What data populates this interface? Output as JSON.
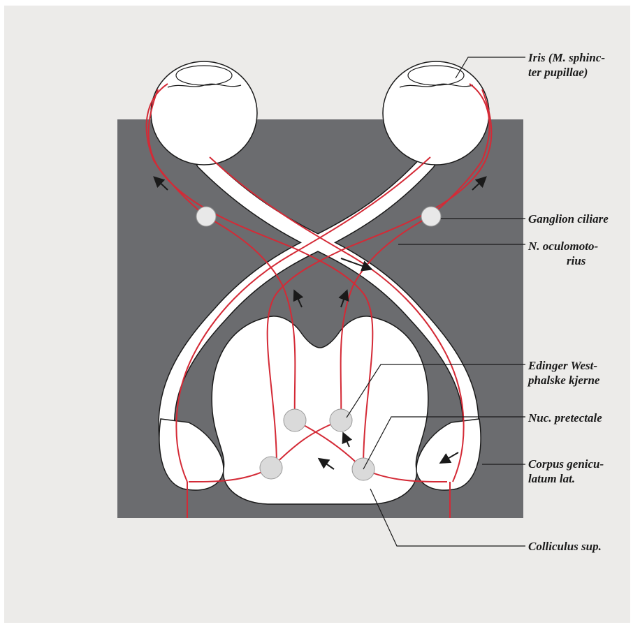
{
  "labels": {
    "iris": {
      "line1": "Iris (M. sphinc-",
      "line2": "ter pupillae)"
    },
    "ganglion_ciliare": {
      "line1": "Ganglion ciliare"
    },
    "n_oculomotorius": {
      "line1": "N. oculomoto-",
      "line2": "rius"
    },
    "edinger_westphal": {
      "line1": "Edinger West-",
      "line2": "phalske kjerne"
    },
    "nuc_pretectale": {
      "line1": "Nuc. pretectale"
    },
    "corpus_geniculatum": {
      "line1": "Corpus genicu-",
      "line2": "latum lat."
    },
    "colliculus_sup": {
      "line1": "Colliculus sup."
    }
  },
  "colors": {
    "background_panel": "#6b6c6f",
    "structure_fill": "#ffffff",
    "outline": "#1a1a1a",
    "nerve_pathway": "#d42a36",
    "nucleus_fill": "#dadada",
    "page": "#ecebe9"
  }
}
